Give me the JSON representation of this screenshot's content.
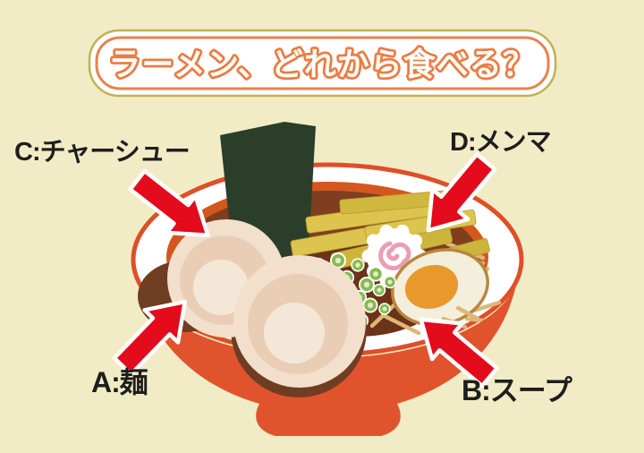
{
  "title": {
    "text": "ラーメン、どれから食べる？"
  },
  "labels": {
    "a": {
      "text": "A:麺"
    },
    "b": {
      "text": "B:スープ"
    },
    "c": {
      "text": "C:チャーシュー"
    },
    "d": {
      "text": "D:メンマ"
    }
  },
  "illustration": {
    "subject": "ramen-bowl",
    "parts": [
      "noodles",
      "soup",
      "chashu",
      "menma",
      "nori",
      "naruto",
      "soft-boiled-egg",
      "green-onions"
    ]
  },
  "colors": {
    "background": "#F2ECC6",
    "title_orange": "#ED7B40",
    "title_border_olive": "#C1B24E",
    "label_text": "#1E1E1E",
    "arrow_red": "#E30B1C",
    "bowl_red": "#E1532C",
    "rim_stroke": "#DE4F28",
    "inner_stripe": "#D4571E",
    "broth_brown": "#7F3E20",
    "broth_dark": "#6B3318",
    "nori_green": "#2B3E2A",
    "menma_yellow": "#DCC44E",
    "menma_dark": "#CDB53C",
    "noodle_tan": "#DCB878",
    "chashu_pink": "#F2DFCC",
    "chashu_ring": "#E9CEB5",
    "chashu_light": "#F4E7D8",
    "chashu_dark_edge": "#6F3D22",
    "egg_white": "#F4EFDC",
    "egg_outline": "#B8873E",
    "egg_yolk": "#E8992D",
    "onion_green": "#86BA4F",
    "naruto_pink": "#EC9DB4"
  }
}
